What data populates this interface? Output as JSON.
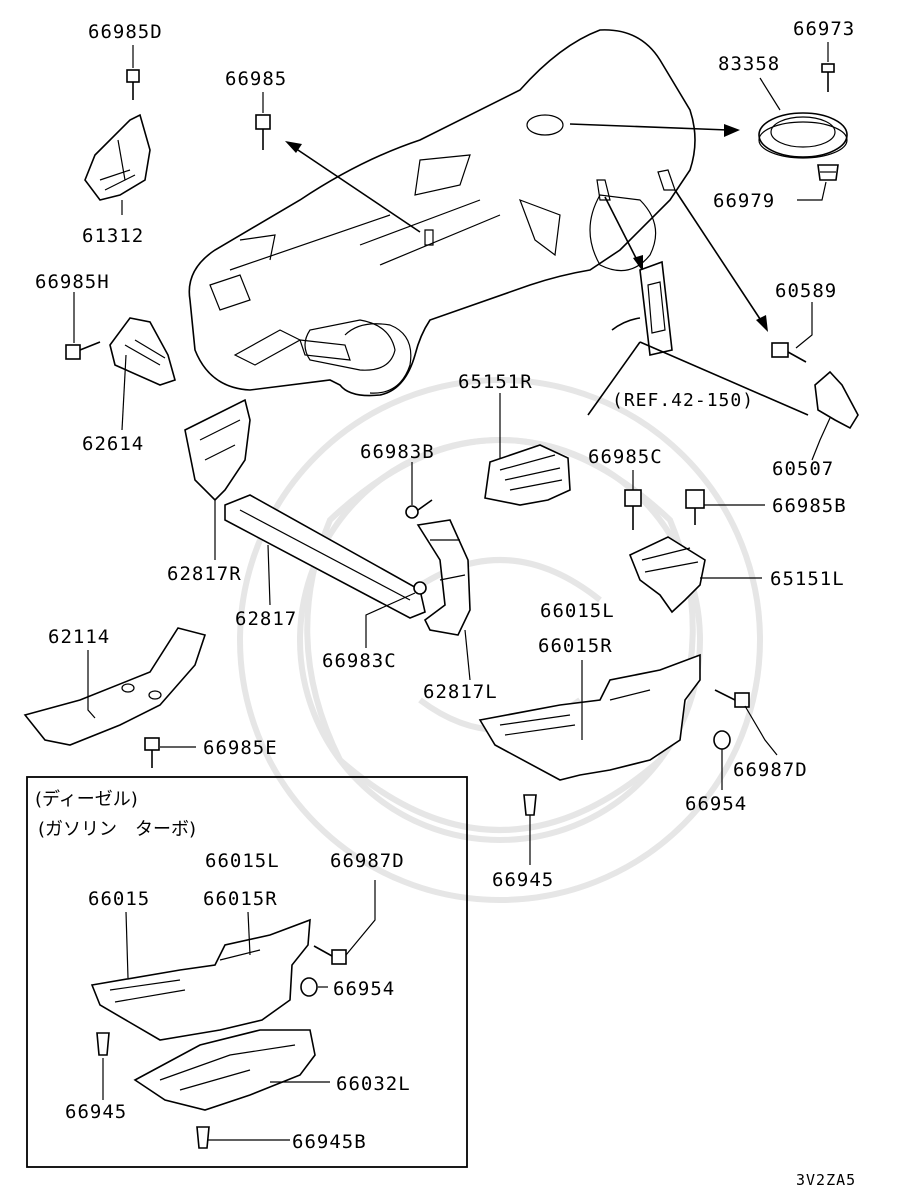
{
  "labels": {
    "p66985D": "66985D",
    "p61312": "61312",
    "p66985": "66985",
    "p66973": "66973",
    "p83358": "83358",
    "p66979": "66979",
    "p66985H": "66985H",
    "p62614": "62614",
    "p60589": "60589",
    "p65151R": "65151R",
    "ref42": "(REF.42-150)",
    "p60507": "60507",
    "p66983B": "66983B",
    "p66985C": "66985C",
    "p66985B": "66985B",
    "p62817R": "62817R",
    "p62817": "62817",
    "p65151L": "65151L",
    "p62114": "62114",
    "p66983C": "66983C",
    "p66015L": "66015L",
    "p66015R": "66015R",
    "p62817L": "62817L",
    "p66985E": "66985E",
    "p66987D": "66987D",
    "p66954": "66954",
    "p66945": "66945"
  },
  "inset": {
    "title_line1": "(ディーゼル)",
    "title_line2": "(ガソリン　ターボ)",
    "p66015L": "66015L",
    "p66987D": "66987D",
    "p66015": "66015",
    "p66015R": "66015R",
    "p66954": "66954",
    "p66032L": "66032L",
    "p66945": "66945",
    "p66945B": "66945B"
  },
  "diagram_code": "3V2ZA5"
}
